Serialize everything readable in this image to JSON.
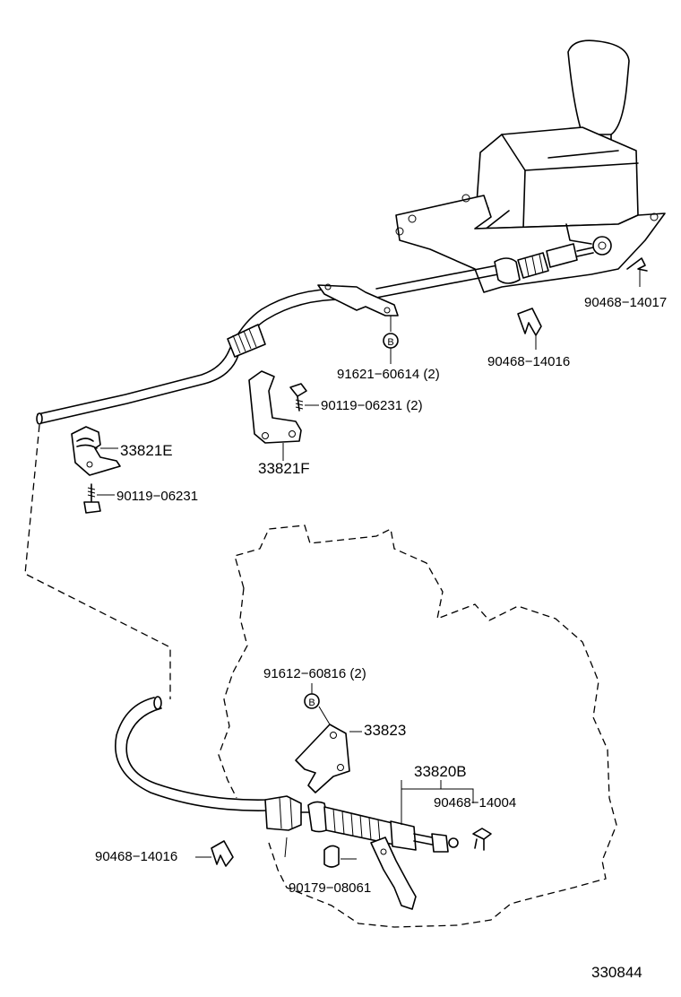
{
  "diagram_id": "330844",
  "markers": {
    "bolt_marker": "B"
  },
  "labels": {
    "p_90468_14017": "90468−14017",
    "p_90468_14016_top": "90468−14016",
    "p_91621_60614": "91621−60614 (2)",
    "p_90119_06231_2": "90119−06231 (2)",
    "p_33821E": "33821E",
    "p_33821F": "33821F",
    "p_90119_06231": "90119−06231",
    "p_91612_60816": "91612−60816 (2)",
    "p_33823": "33823",
    "p_33820B": "33820B",
    "p_90468_14004": "90468−14004",
    "p_90468_14016_bottom": "90468−14016",
    "p_90179_08061": "90179−08061"
  }
}
